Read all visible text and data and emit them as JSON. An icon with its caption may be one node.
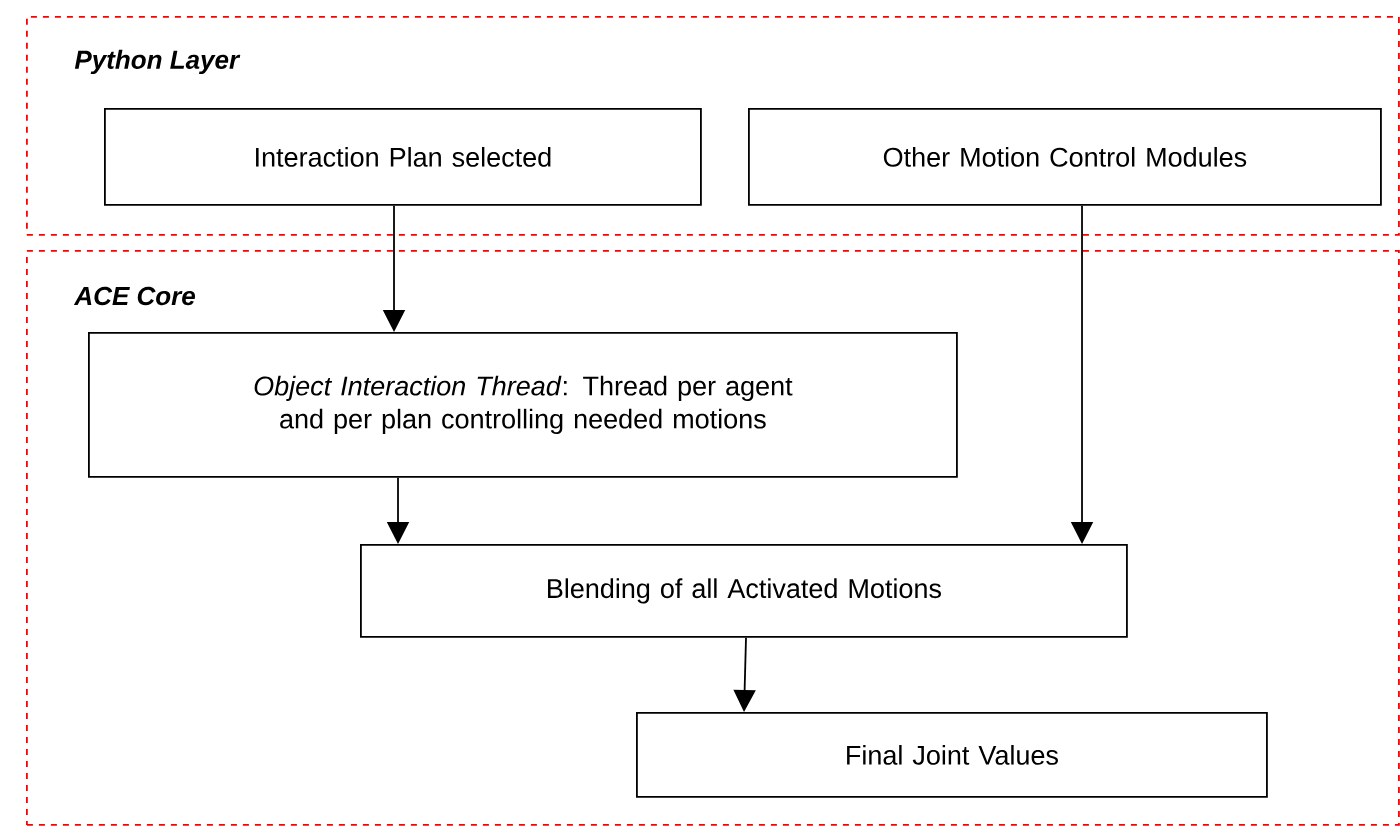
{
  "diagram": {
    "nodes": [
      {
        "text": [
          "Python Layer"
        ]
      },
      {
        "text": [
          "Interaction Plan selected"
        ],
        "in": 0
      },
      {
        "text": [
          "Other Motion Control Modules"
        ],
        "in": 0
      },
      {
        "text": [
          "ACE Core"
        ]
      },
      {
        "text": [
          "*Object Interaction Thread*: Thread per agent and per plan controlling needed motions"
        ],
        "in": 3
      },
      {
        "text": [
          "Blending of all Activated Motions"
        ],
        "in": 3
      },
      {
        "text": [
          "Final Joint Values"
        ],
        "in": 3
      }
    ],
    "edges": [
      {
        "from": 1,
        "to": 4,
        "arrow": "to"
      },
      {
        "from": 2,
        "to": 5,
        "arrow": "to"
      },
      {
        "from": 4,
        "to": 5,
        "arrow": "to"
      },
      {
        "from": 5,
        "to": 6,
        "arrow": "to"
      }
    ]
  }
}
